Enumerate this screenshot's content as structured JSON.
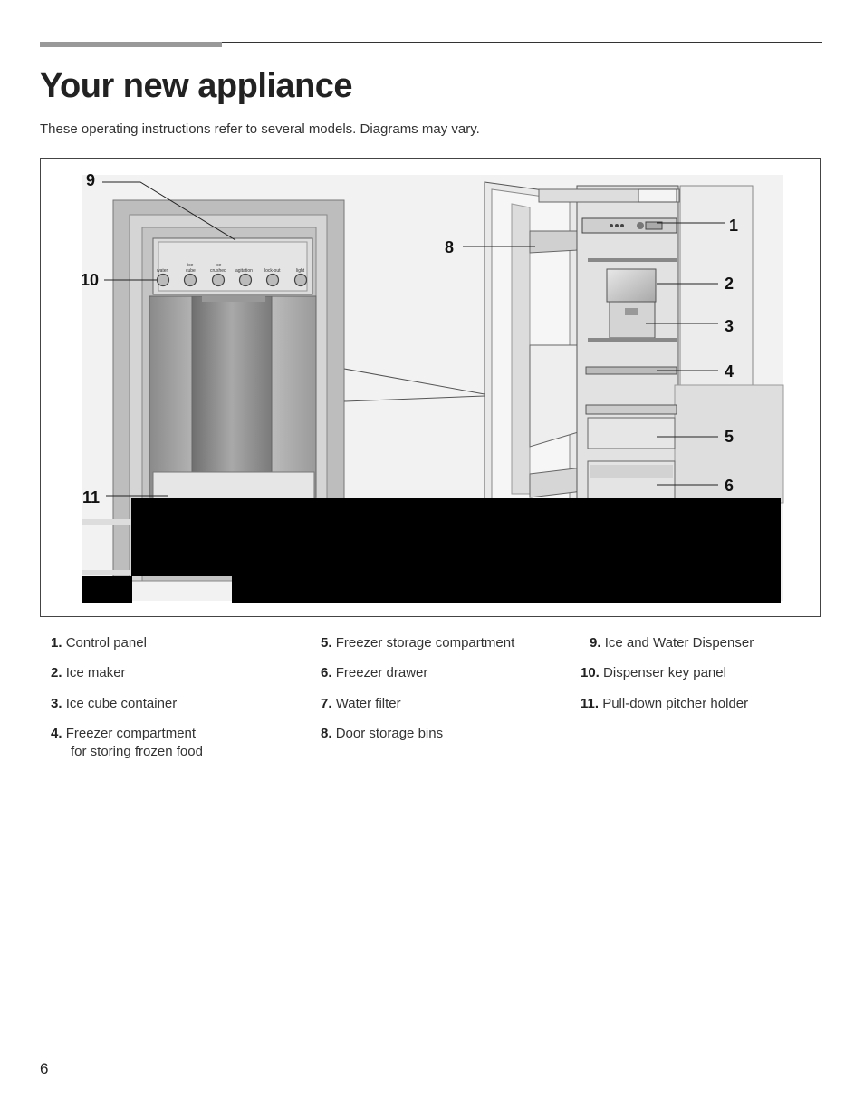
{
  "header": {
    "title": "Your new appliance",
    "intro": "These operating instructions refer to several models. Diagrams may vary."
  },
  "figure": {
    "callouts": [
      "1",
      "2",
      "3",
      "4",
      "5",
      "6",
      "8",
      "9",
      "10",
      "11"
    ],
    "panel_labels": {
      "water": "water",
      "ice_cube_1": "ice",
      "ice_cube_2": "cube",
      "ice_crushed_1": "ice",
      "ice_crushed_2": "crushed",
      "agitation": "agitation",
      "lockout": "lock-out",
      "light": "light"
    }
  },
  "legend": {
    "col1": [
      {
        "num": "1.",
        "text": "Control panel"
      },
      {
        "num": "2.",
        "text": "Ice maker"
      },
      {
        "num": "3.",
        "text": "Ice cube container"
      },
      {
        "num": "4.",
        "text": "Freezer compartment",
        "text2": "for storing frozen food"
      }
    ],
    "col2": [
      {
        "num": "5.",
        "text": "Freezer storage compartment"
      },
      {
        "num": "6.",
        "text": "Freezer drawer"
      },
      {
        "num": "7.",
        "text": "Water filter"
      },
      {
        "num": "8.",
        "text": "Door storage bins"
      }
    ],
    "col3": [
      {
        "num": "9.",
        "text": "Ice and Water Dispenser"
      },
      {
        "num": "10.",
        "text": "Dispenser key panel"
      },
      {
        "num": "11.",
        "text": "Pull-down pitcher holder"
      }
    ]
  },
  "footer": {
    "page_number": "6"
  }
}
